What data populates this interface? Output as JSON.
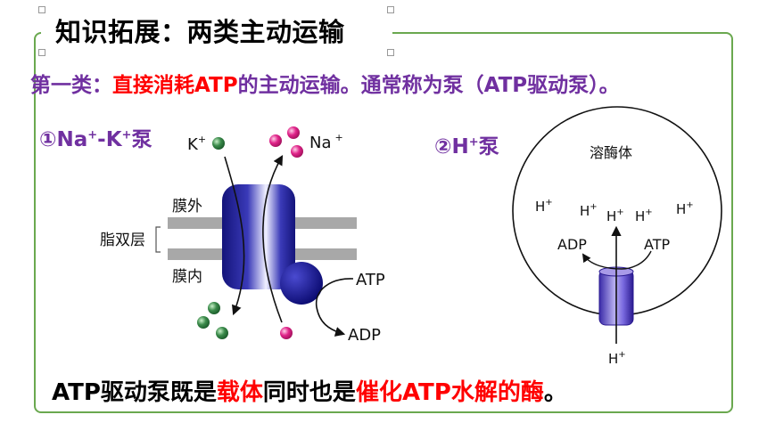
{
  "title": "知识拓展：两类主动运输",
  "line1": {
    "part_a": "第一类：",
    "part_b": "直接消耗ATP",
    "part_c": "的主动运输。",
    "part_d": "通常称为泵（ATP驱动泵）。"
  },
  "pump1": {
    "heading_main": "①Na",
    "heading_sup1": "+",
    "heading_mid": "-K",
    "heading_sup2": "+",
    "heading_end": "泵",
    "label_k": "K",
    "label_k_sup": "+",
    "label_na": "Na",
    "label_na_sup": "+",
    "label_outside": "膜外",
    "label_bilayer": "脂双层",
    "label_inside": "膜内",
    "label_atp": "ATP",
    "label_adp": "ADP"
  },
  "pump2": {
    "heading_main": "②H",
    "heading_sup": "+",
    "heading_end": "泵",
    "label_lysosome": "溶酶体",
    "h_label": "H",
    "h_sup": "+",
    "label_atp": "ATP",
    "label_adp": "ADP"
  },
  "bottom": {
    "part_a": "ATP驱动泵既是",
    "part_b": "载体",
    "part_c": "同时也是",
    "part_d": "催化ATP水解的酶",
    "part_e": "。"
  },
  "colors": {
    "frame": "#6aa84f",
    "purple": "#7030a0",
    "red": "#ff0000",
    "protein_dark": "#1a1a8c",
    "k_ion": "#3a8a4a",
    "na_ion": "#e0248a"
  }
}
